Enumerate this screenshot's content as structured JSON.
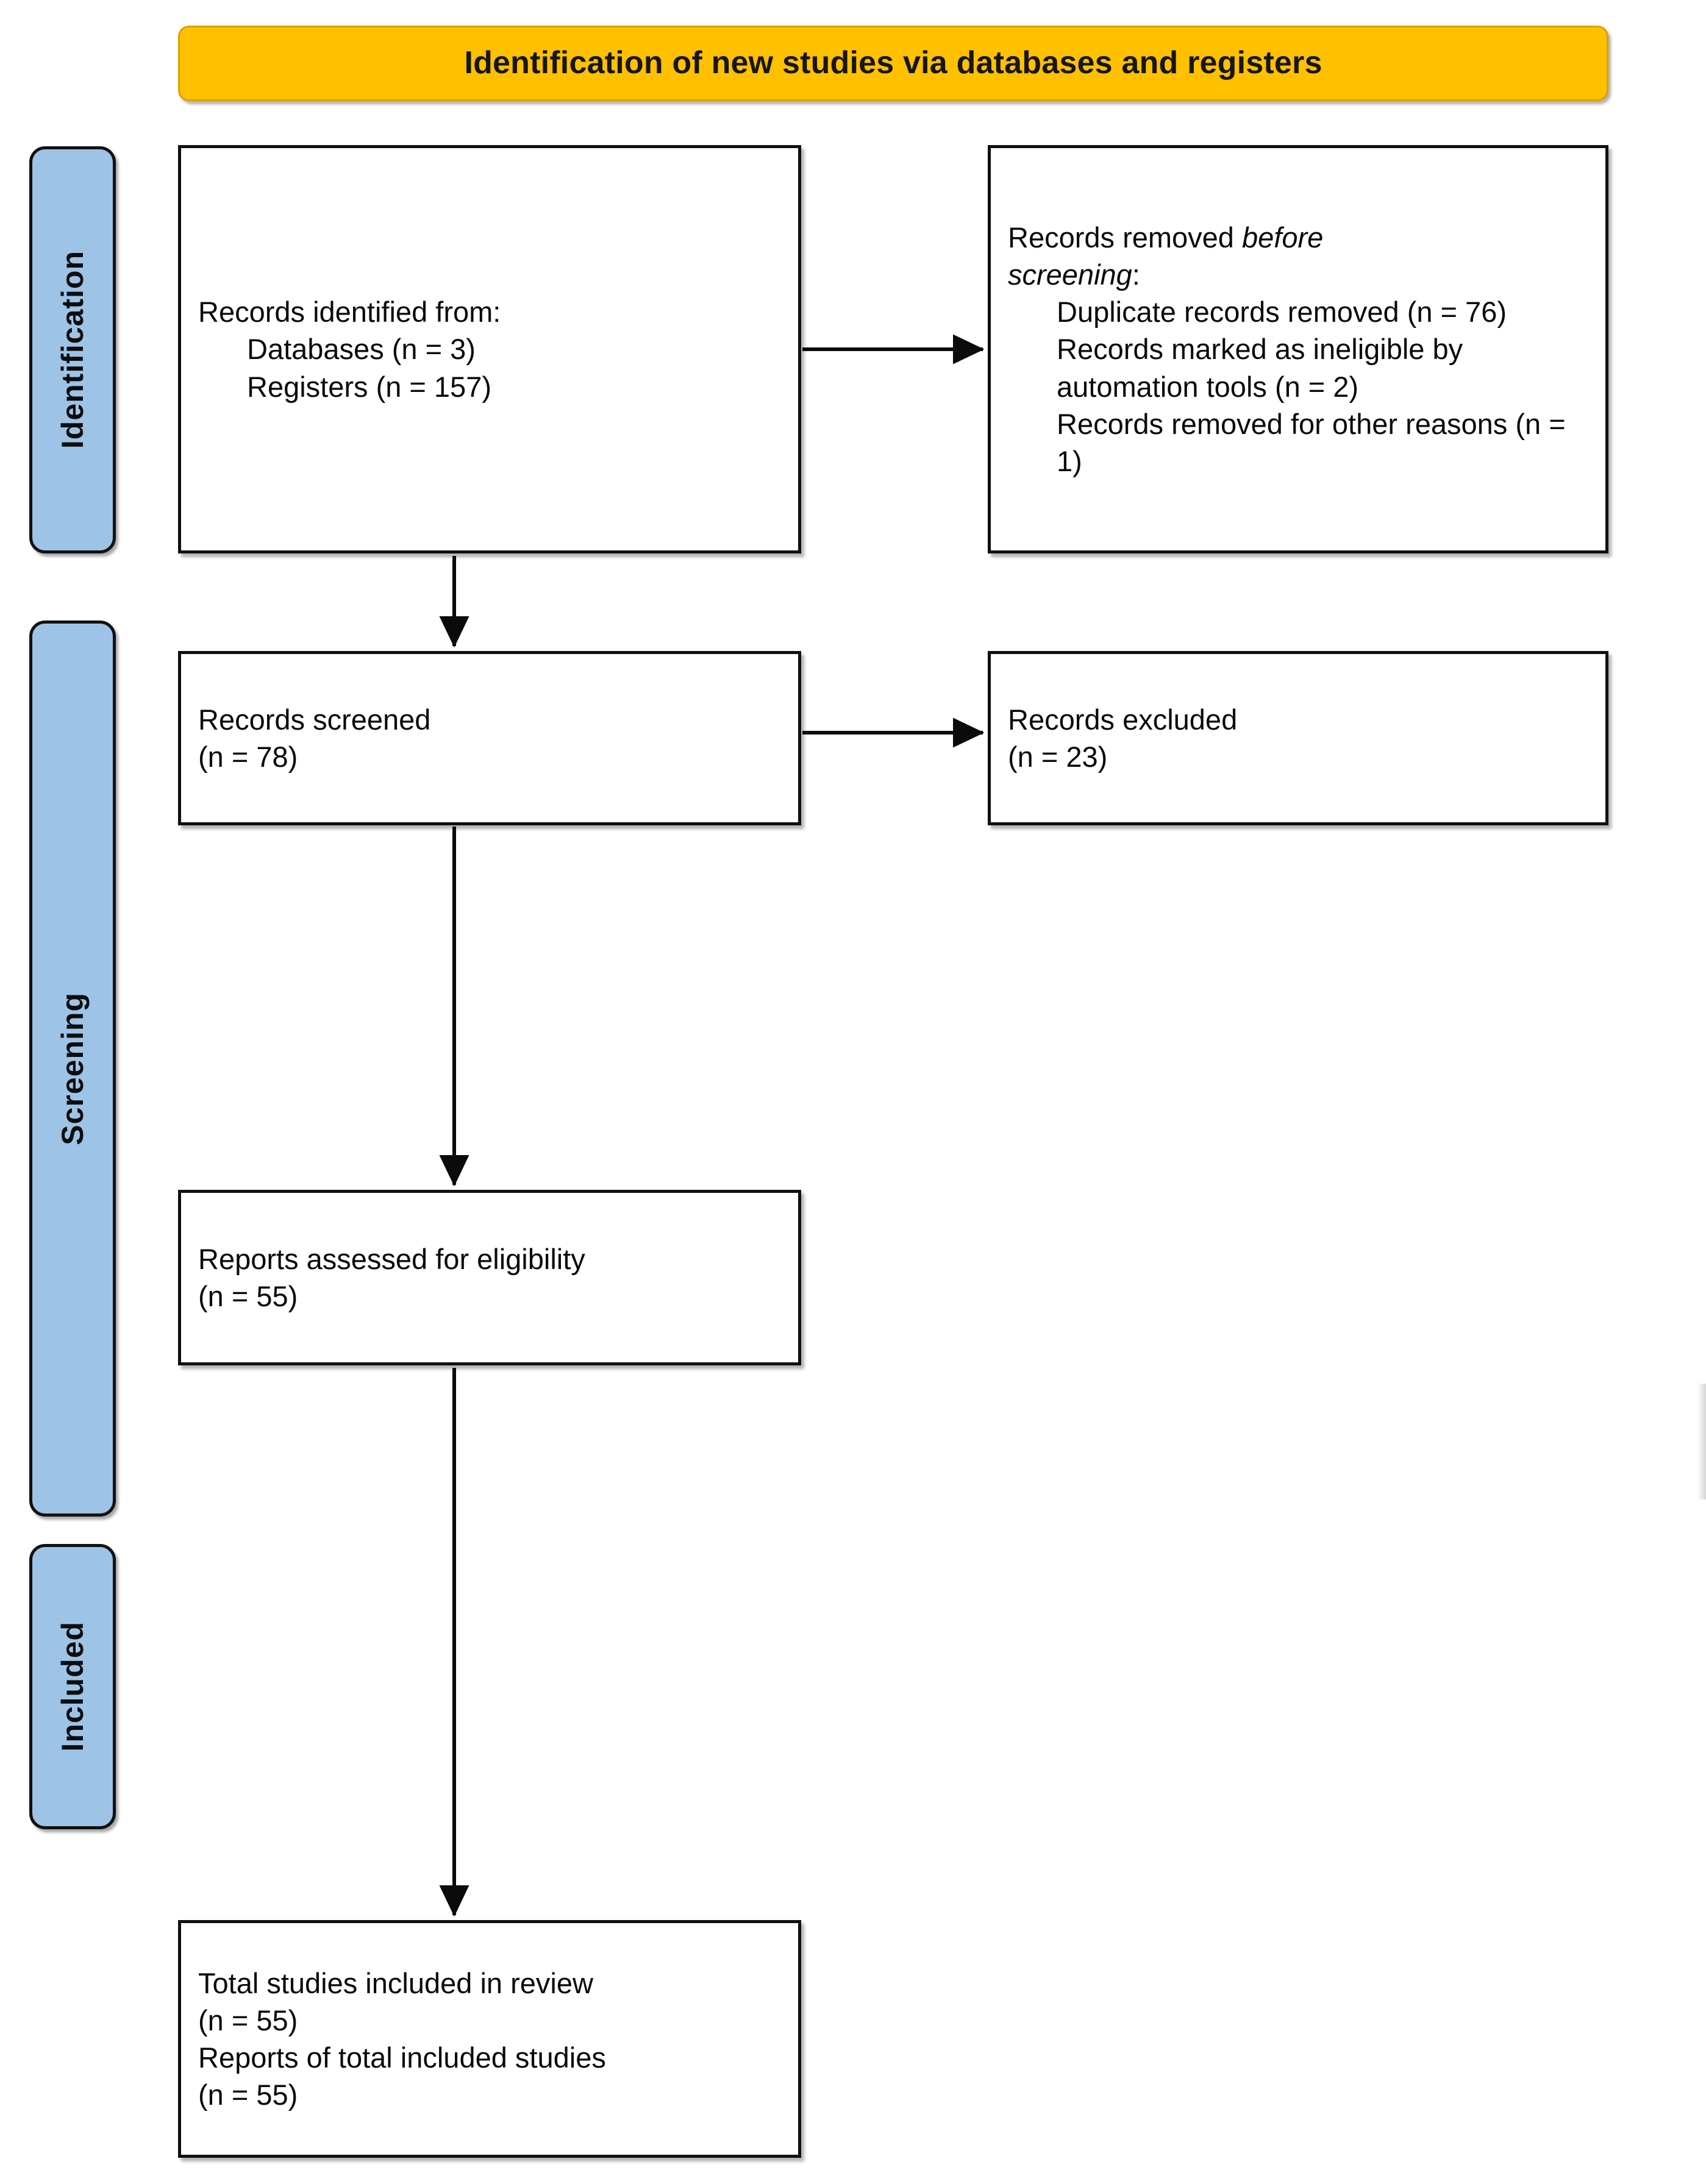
{
  "diagram": {
    "title": "Identification of new studies via databases and registers",
    "stages": [
      {
        "id": "identification",
        "label": "Identification"
      },
      {
        "id": "screening",
        "label": "Screening"
      },
      {
        "id": "included",
        "label": "Included"
      }
    ],
    "boxes": {
      "identified": {
        "name": "Records identified from",
        "line1": "Records identified from:",
        "line2": "Databases (n = 3)",
        "line3": "Registers (n = 157)",
        "counts": {
          "databases": 3,
          "registers": 157
        }
      },
      "removed": {
        "name": "Records removed before screening",
        "line1_plain": "Records removed ",
        "line1_italic": "before",
        "line2_italic": "screening",
        "line2_plain": ":",
        "item1": "Duplicate records removed (n = 76)",
        "item2": "Records marked as ineligible by automation tools (n = 2)",
        "item3": "Records removed for other reasons (n = 1)",
        "counts": {
          "duplicates": 76,
          "automation_ineligible": 2,
          "other_reasons": 1
        }
      },
      "screened": {
        "name": "Records screened",
        "line1": "Records screened",
        "line2": "(n = 78)",
        "count": 78
      },
      "excluded": {
        "name": "Records excluded",
        "line1": "Records excluded",
        "line2": "(n = 23)",
        "count": 23
      },
      "eligibility": {
        "name": "Reports assessed for eligibility",
        "line1": "Reports assessed for eligibility",
        "line2": "(n = 55)",
        "count": 55
      },
      "included": {
        "name": "Total studies included in review",
        "line1": "Total studies included in review",
        "line2": "(n = 55)",
        "line3": "Reports of total included studies",
        "line4": "(n = 55)",
        "counts": {
          "studies": 55,
          "reports": 55
        }
      }
    },
    "connectors": [
      {
        "name": "identified-to-removed",
        "type": "horizontal-arrow"
      },
      {
        "name": "identified-to-screened",
        "type": "vertical-arrow"
      },
      {
        "name": "screened-to-excluded",
        "type": "horizontal-arrow"
      },
      {
        "name": "screened-to-eligibility",
        "type": "vertical-arrow"
      },
      {
        "name": "eligibility-to-included",
        "type": "vertical-arrow"
      }
    ],
    "colors": {
      "header_fill": "#FFC000",
      "stage_fill": "#9DC3E6",
      "box_fill": "#FFFFFF",
      "stroke": "#101010",
      "text": "#0A0A0A"
    }
  }
}
